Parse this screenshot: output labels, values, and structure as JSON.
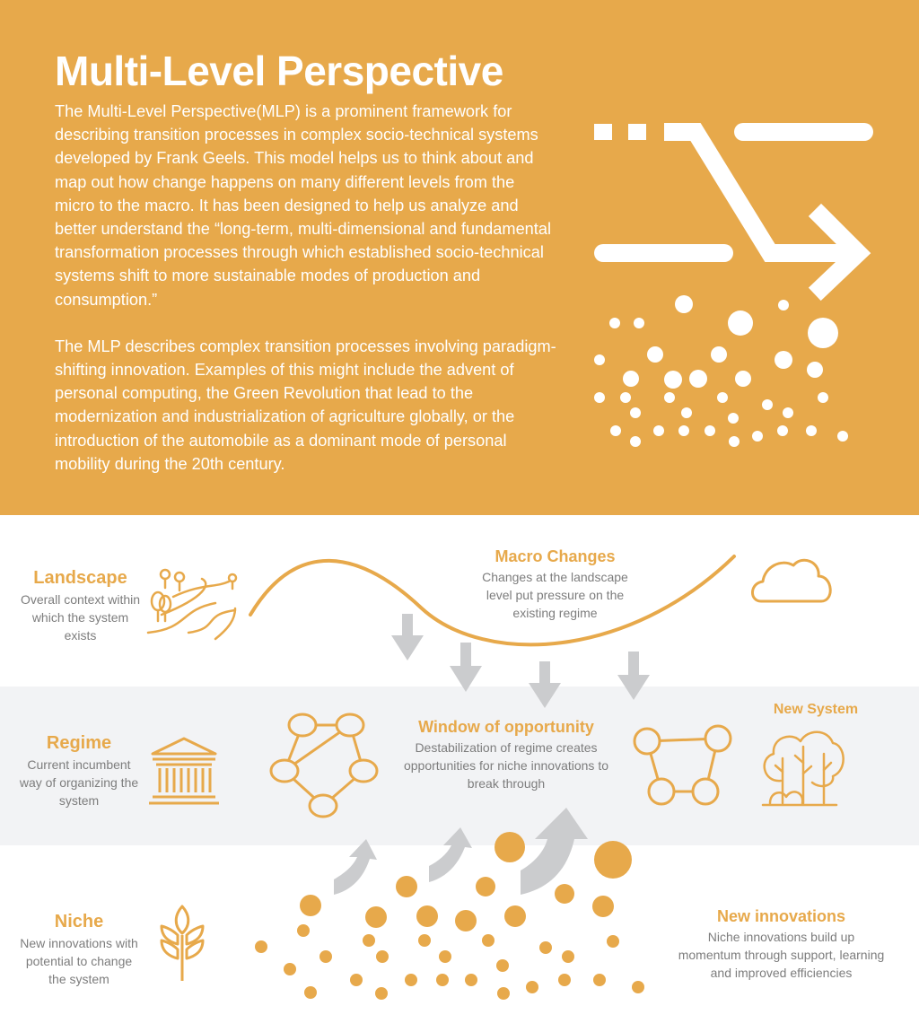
{
  "header": {
    "title": "Multi-Level Perspective",
    "paragraphs": [
      "The Multi-Level Perspective(MLP) is a prominent framework for describing transition processes in complex socio-technical systems developed by Frank Geels. This model helps us to think about and map out how change happens on many different levels from the micro to the macro. It has been designed to help us analyze and better understand the “long-term, multi-dimensional and fundamental transformation processes through which established socio-technical systems shift to more sustainable modes of production and consumption.”",
      "The MLP describes complex transition processes involving paradigm-shifting innovation. Examples of this might include the advent of personal computing, the Green Revolution that lead to the modernization and industrialization of agriculture globally, or the introduction of the automobile as a dominant mode of personal mobility during the 20th century."
    ]
  },
  "levels": {
    "landscape": {
      "title": "Landscape",
      "desc": "Overall context within which the system exists",
      "icon": "landscape-icon"
    },
    "regime": {
      "title": "Regime",
      "desc": "Current incumbent way of organizing the system",
      "icon": "building-icon"
    },
    "niche": {
      "title": "Niche",
      "desc": "New innovations with potential to change the system",
      "icon": "wheat-icon"
    }
  },
  "annotations": {
    "macro": {
      "title": "Macro Changes",
      "desc": "Changes at the landscape level put pressure on the existing regime"
    },
    "window": {
      "title": "Window of opportunity",
      "desc": "Destabilization of regime creates opportunities for niche innovations to break through"
    },
    "new_system": {
      "title": "New System"
    },
    "new_innovations": {
      "title": "New innovations",
      "desc": "Niche innovations build up momentum through support, learning and improved efficiencies"
    }
  },
  "colors": {
    "accent": "#E7A94B",
    "band": "#F2F3F5",
    "arrow_gray": "#CBCCCE",
    "text_gray": "#7d7d7d",
    "white": "#ffffff"
  },
  "icons": [
    "landscape-icon",
    "building-icon",
    "wheat-icon",
    "cloud-icon",
    "network-icon",
    "forest-icon",
    "arrow-icon"
  ]
}
